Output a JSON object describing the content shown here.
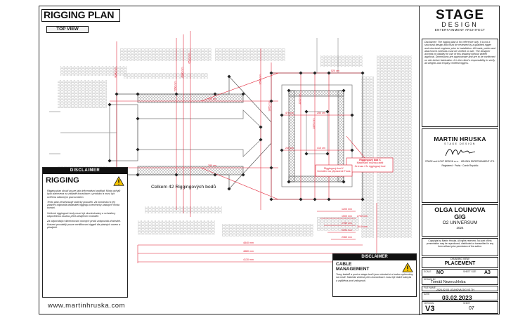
{
  "plan": {
    "title": "RIGGING PLAN",
    "view": "TOP VIEW",
    "website": "www.martinhruska.com",
    "center_label": "Celkem 42 Riggingových bodů",
    "callout_1": "Riggingový bod X",
    "callout_2": "Maximální možná zátěž",
    "callout_3": "2x truss / 2x riggingový bod",
    "callout_4": "Riggingový bod Y",
    "callout_5": "Umístění na připravené Truss",
    "dims_h": [
      "4840 mm",
      "4880 mm",
      "4130 mm",
      "1200 mm",
      "1500 mm",
      "1750 mm",
      "2000 mm",
      "2360 mm",
      "2700 mm",
      "3010 mm"
    ],
    "dims_v": [
      "6510 mm",
      "6900 mm",
      "7350 mm",
      "8000 mm",
      "3550 mm",
      "3850 mm",
      "2100 mm",
      "1870 mm"
    ],
    "dims_small": [
      "470 cm",
      "250 cm",
      "240 cm",
      "410 cm",
      "350 cm",
      "280 cm",
      "520 cm"
    ]
  },
  "rigging_disclaimer": {
    "header": "DISCLAIMER",
    "title": "RIGGING",
    "paragraphs": [
      "Rigging plan slouží pouze jako informativní podklad. Místa úchytů byla stanovena na základě konzultace s produkcí a musí být ověřena odborným pracovníkem.",
      "Tento plán nenahrazuje statický posudek. Za konstrukci a její zatížení odpovídá dodavatel riggingu a technický zástupce místa konání.",
      "Veškeré riggingové body musí být zkontrolovány a schváleny odpovědnou osobou před zahájením montáže.",
      "Za odpovídající dimenzování nosných prvků zodpovídá zhotovitel. Kotvení provádějí pouze certifikovaní riggeři dle platných norem a předpisů."
    ]
  },
  "cable_disclaimer": {
    "header": "DISCLAIMER",
    "title": "CABLE MANAGEMENT",
    "text": "Trasy kabelů a pozice stage-boxů jsou orientační a budou upřesněny na místě. Kabeláž vedená přes komunikace musí být řádně zakryta a zajištěna proti zakopnutí."
  },
  "titleblock": {
    "logo_line1": "STAGE",
    "logo_line2": "DESIGN",
    "logo_line3": "ENTERTAINMENT ARCHITECT",
    "disclaimer": "Disclaimer: The rigging plan is for reference only. It is not a structural design and must be reviewed by a qualified rigger and structural engineer prior to installation. All loads, points and attachment methods must be verified on site. The designer accepts no liability for use of this drawing without written approval. Dimensions are approximate and are to be confirmed on site before fabrication. It is the client's responsibility to verify all weights and employ certified riggers.",
    "designer": "MARTIN HRUSKA",
    "designer_sub": "STAGE DESIGN",
    "address": "STAGE and LIGHT DESIGN s.r.o. · HRUSKA ENTERTAINMENT LTD.",
    "registration": "Registered · Praha · Czech Republic",
    "project_line1": "OLGA LOUNOVA",
    "project_line2": "GIG",
    "project_line3": "O2 UNIVERSUM",
    "project_year": "2024",
    "copyright": "Copyright by Martin Hruska. All rights reserved. No part of this presentation may be reproduced, distributed or transmitted in any form without prior permission of the author.",
    "drawing_view_label": "DRAWING VIEW",
    "drawing_view": "PLACEMENT",
    "scale_label": "SCALE",
    "scale": "NO",
    "size_label": "SHEET SIZE",
    "size": "A3",
    "drawn_label": "DRAWN BY",
    "drawn": "Tomáš Nezecchleba",
    "file_label": "FILE NAME",
    "file": "2024-02-03 LOUNOVA GIG V3 TH",
    "date_label": "DATE",
    "date": "03.02.2023",
    "version_label": "VERSION",
    "version": "V3",
    "sheet_label": "SHEET",
    "sheet": "07"
  },
  "colors": {
    "dimension": "#e0192d",
    "line": "#555555",
    "accent": "#f5c400"
  }
}
